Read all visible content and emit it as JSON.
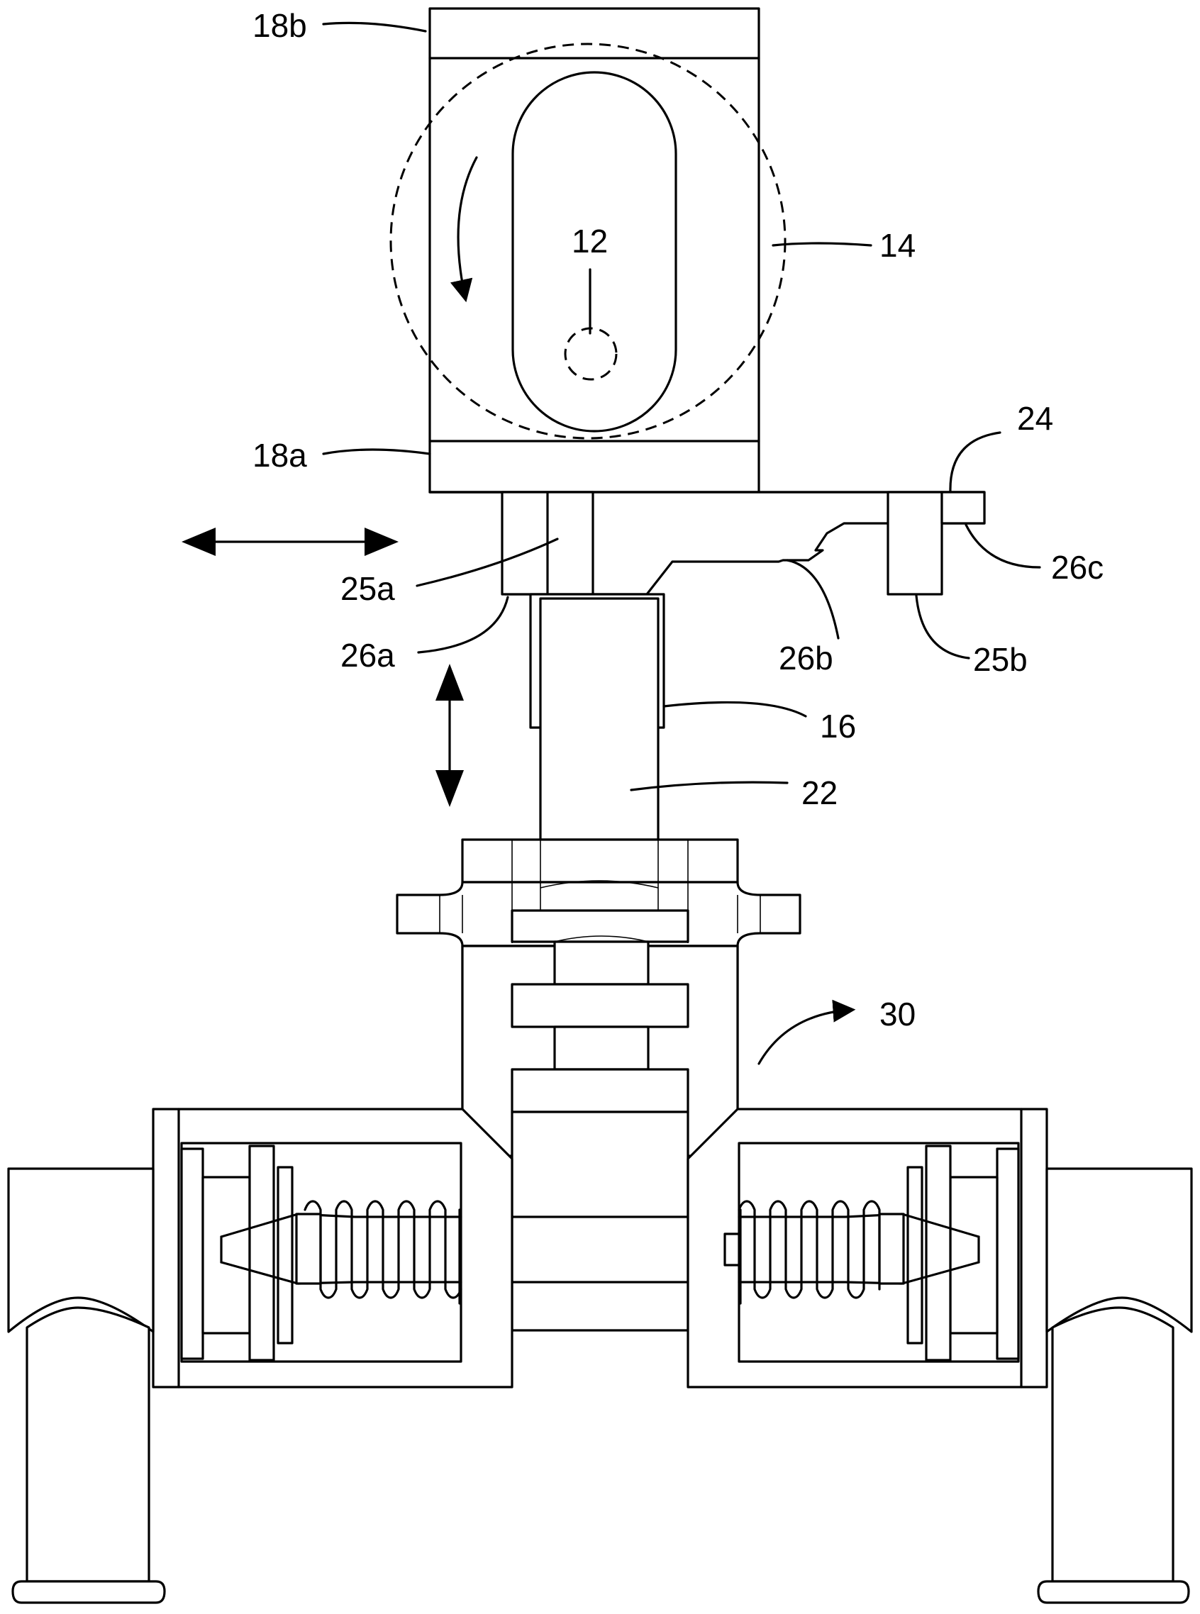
{
  "labels": {
    "l18b": "18b",
    "l12": "12",
    "l14": "14",
    "l24": "24",
    "l18a": "18a",
    "l25a": "25a",
    "l26c": "26c",
    "l26a": "26a",
    "l26b": "26b",
    "l25b": "25b",
    "l16": "16",
    "l22": "22",
    "l30": "30"
  }
}
